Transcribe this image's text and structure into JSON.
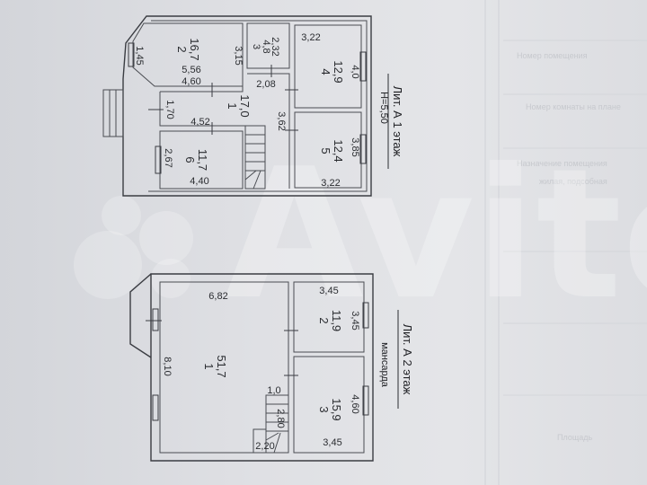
{
  "watermark": "Avito",
  "floor1": {
    "title": "Лит. А 1 этаж",
    "height_label": "H=5,50",
    "rooms": [
      {
        "num": "1",
        "area": "17,0"
      },
      {
        "num": "2",
        "area": "16,7"
      },
      {
        "num": "3",
        "area": "4,8"
      },
      {
        "num": "4",
        "area": "12,9"
      },
      {
        "num": "5",
        "area": "12,4"
      },
      {
        "num": "6",
        "area": "11,7"
      }
    ],
    "dims": {
      "r2_bay": "1,45",
      "r2_width": "5,56",
      "r2_inner": "4,60",
      "r2_depth": "3,15",
      "r3_depth": "2,32",
      "r1_top": "2,08",
      "r1_width": "4,52",
      "r1_entry": "1,70",
      "r1_depth": "3,62",
      "r4_top": "3,22",
      "r4_side": "4,0",
      "r5_side": "3,85",
      "r5_bottom": "3,22",
      "r6_side": "2,67",
      "r6_bottom": "4,40"
    }
  },
  "floor2": {
    "title": "Лит. А 2 этаж",
    "subtitle": "мансарда",
    "rooms": [
      {
        "num": "1",
        "area": "51,7"
      },
      {
        "num": "2",
        "area": "11,9"
      },
      {
        "num": "3",
        "area": "15,9"
      }
    ],
    "dims": {
      "r1_top": "6,82",
      "r1_side": "8,10",
      "stair_w": "1,0",
      "stair_l": "2,80",
      "stair_b": "2,20",
      "r2_top": "3,45",
      "r2_side": "3,45",
      "r3_side": "4,60",
      "r3_bottom": "3,45"
    }
  },
  "ghost_text": [
    "Номер помещения",
    "Номер комнаты на плане",
    "Назначение помещения",
    "жилая, подсобная",
    "Площадь"
  ]
}
